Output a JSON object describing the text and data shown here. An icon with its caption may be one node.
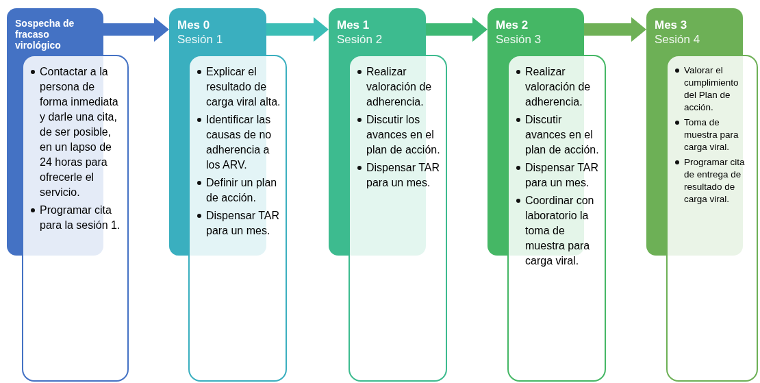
{
  "diagram": {
    "nodes": [
      {
        "text": [
          "Sospecha de fracaso virológico"
        ]
      },
      {
        "text": [
          "Contactar a la persona de forma inmediata y darle una cita, de ser posible, en un lapso de 24 horas para ofrecerle el servicio.",
          "Programar cita para la sesión 1."
        ]
      },
      {
        "text": [
          "Mes 0",
          "Sesión 1"
        ]
      },
      {
        "text": [
          "Explicar el resultado de carga viral alta.",
          "Identificar las causas de no adherencia a los ARV.",
          "Definir un plan de acción.",
          "Dispensar TAR para un mes."
        ]
      },
      {
        "text": [
          "Mes 1",
          "Sesión 2"
        ]
      },
      {
        "text": [
          "Realizar valoración de adherencia.",
          "Discutir los avances en el plan de acción.",
          "Dispensar TAR para un mes."
        ]
      },
      {
        "text": [
          "Mes 2",
          "Sesión 3"
        ]
      },
      {
        "text": [
          "Realizar valoración de adherencia.",
          "Discutir avances en el plan de acción.",
          "Dispensar TAR para un mes.",
          "Coordinar con laboratorio la toma de muestra para carga viral."
        ]
      },
      {
        "text": [
          "Mes 3",
          "Sesión 4"
        ]
      },
      {
        "text": [
          "Valorar el cumplimiento del Plan de acción.",
          "Toma de muestra para carga viral.",
          "Programar cita de entrega de resultado de carga viral."
        ]
      }
    ],
    "edges": [
      {
        "from": 0,
        "to": 2,
        "arrow": "to",
        "color": "#4472c4"
      },
      {
        "from": 2,
        "to": 4,
        "arrow": "to",
        "color": "#3bbdb5"
      },
      {
        "from": 4,
        "to": 6,
        "arrow": "to",
        "color": "#3db874"
      },
      {
        "from": 6,
        "to": 8,
        "arrow": "to",
        "color": "#6eb056"
      }
    ]
  }
}
